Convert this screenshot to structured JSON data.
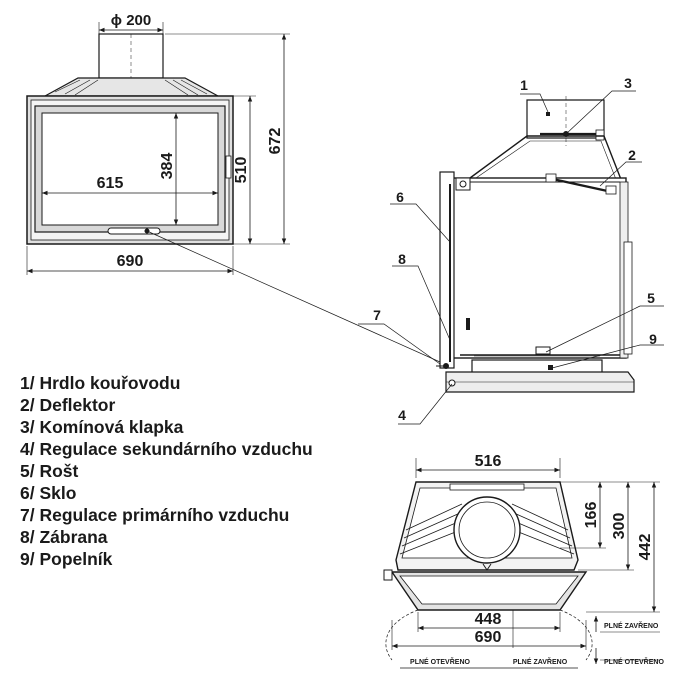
{
  "front_view": {
    "flue_diameter": "ϕ 200",
    "glass_width": "615",
    "glass_height": "384",
    "body_height": "510",
    "total_height": "672",
    "total_width": "690"
  },
  "section_callouts": [
    "1",
    "2",
    "3",
    "4",
    "5",
    "6",
    "7",
    "8",
    "9"
  ],
  "top_view": {
    "top_width": "516",
    "depth_166": "166",
    "depth_300": "300",
    "depth_442": "442",
    "inner_width": "448",
    "bottom_width": "690",
    "door_open_left": "PLNÉ OTEVŘENO",
    "door_closed_right": "PLNÉ ZAVŘENO",
    "side_closed": "PLNÉ ZAVŘENO",
    "side_open": "PLNÉ OTEVŘENO"
  },
  "legend": [
    "1/ Hrdlo kouřovodu",
    "2/ Deflektor",
    "3/ Komínová klapka",
    "4/ Regulace sekundárního vzduchu",
    "5/ Rošt",
    "6/ Sklo",
    "7/ Regulace primárního vzduchu",
    "8/ Zábrana",
    "9/ Popelník"
  ]
}
